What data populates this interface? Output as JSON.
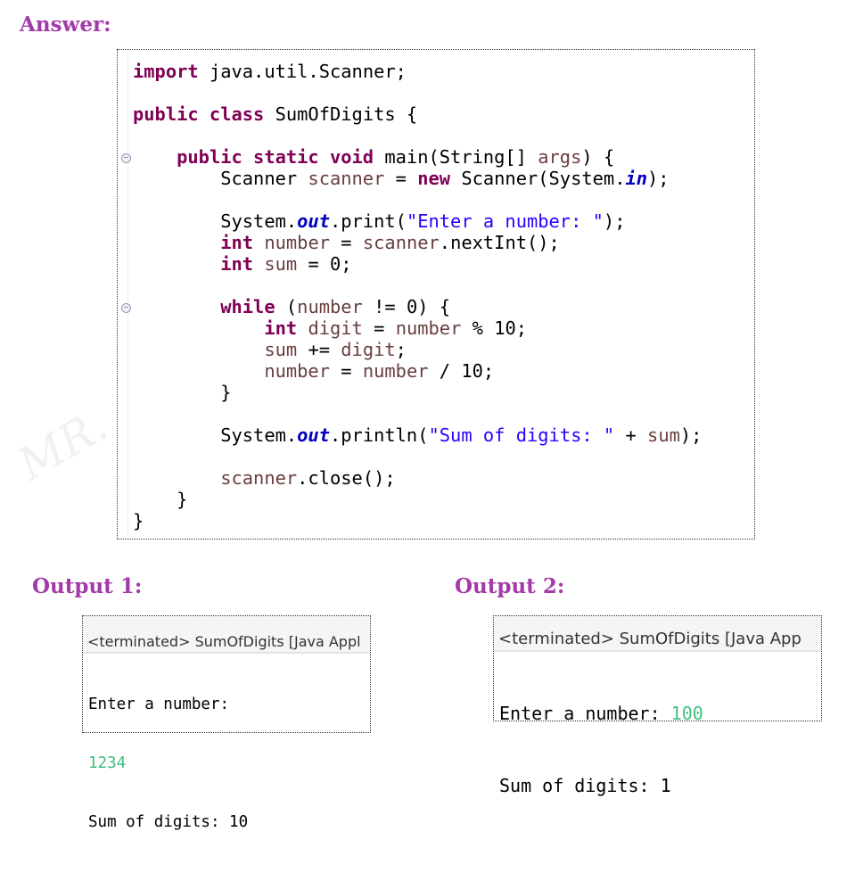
{
  "heading": "Answer:",
  "watermark": "MR.",
  "code": [
    [
      [
        "kw",
        "import"
      ],
      [
        "t",
        " java.util.Scanner;"
      ]
    ],
    [],
    [
      [
        "kw",
        "public class"
      ],
      [
        "t",
        " SumOfDigits {"
      ]
    ],
    [],
    [
      [
        "t",
        "    "
      ],
      [
        "kw",
        "public static void"
      ],
      [
        "t",
        " main(String[] "
      ],
      [
        "var",
        "args"
      ],
      [
        "t",
        ") {"
      ]
    ],
    [
      [
        "t",
        "        Scanner "
      ],
      [
        "var",
        "scanner"
      ],
      [
        "t",
        " = "
      ],
      [
        "kw",
        "new"
      ],
      [
        "t",
        " Scanner(System."
      ],
      [
        "fld",
        "in"
      ],
      [
        "t",
        ");"
      ]
    ],
    [],
    [
      [
        "t",
        "        System."
      ],
      [
        "fld",
        "out"
      ],
      [
        "t",
        ".print("
      ],
      [
        "str",
        "\"Enter a number: \""
      ],
      [
        "t",
        ");"
      ]
    ],
    [
      [
        "t",
        "        "
      ],
      [
        "kw",
        "int"
      ],
      [
        "t",
        " "
      ],
      [
        "var",
        "number"
      ],
      [
        "t",
        " = "
      ],
      [
        "var",
        "scanner"
      ],
      [
        "t",
        ".nextInt();"
      ]
    ],
    [
      [
        "t",
        "        "
      ],
      [
        "kw",
        "int"
      ],
      [
        "t",
        " "
      ],
      [
        "var",
        "sum"
      ],
      [
        "t",
        " = 0;"
      ]
    ],
    [],
    [
      [
        "t",
        "        "
      ],
      [
        "kw",
        "while"
      ],
      [
        "t",
        " ("
      ],
      [
        "var",
        "number"
      ],
      [
        "t",
        " != 0) {"
      ]
    ],
    [
      [
        "t",
        "            "
      ],
      [
        "kw",
        "int"
      ],
      [
        "t",
        " "
      ],
      [
        "var",
        "digit"
      ],
      [
        "t",
        " = "
      ],
      [
        "var",
        "number"
      ],
      [
        "t",
        " % 10;"
      ]
    ],
    [
      [
        "t",
        "            "
      ],
      [
        "var",
        "sum"
      ],
      [
        "t",
        " += "
      ],
      [
        "var",
        "digit"
      ],
      [
        "t",
        ";"
      ]
    ],
    [
      [
        "t",
        "            "
      ],
      [
        "var",
        "number"
      ],
      [
        "t",
        " = "
      ],
      [
        "var",
        "number"
      ],
      [
        "t",
        " / 10;"
      ]
    ],
    [
      [
        "t",
        "        }"
      ]
    ],
    [],
    [
      [
        "t",
        "        System."
      ],
      [
        "fld",
        "out"
      ],
      [
        "t",
        ".println("
      ],
      [
        "str",
        "\"Sum of digits: \""
      ],
      [
        "t",
        " + "
      ],
      [
        "var",
        "sum"
      ],
      [
        "t",
        ");"
      ]
    ],
    [],
    [
      [
        "t",
        "        "
      ],
      [
        "var",
        "scanner"
      ],
      [
        "t",
        ".close();"
      ]
    ],
    [
      [
        "t",
        "    }"
      ]
    ],
    [
      [
        "t",
        "}"
      ]
    ]
  ],
  "output1": {
    "title": "Output 1:",
    "header": "<terminated> SumOfDigits [Java Appl",
    "prompt": "Enter a number:",
    "input": "1234",
    "result": "Sum of digits: 10"
  },
  "output2": {
    "title": "Output 2:",
    "header": "<terminated> SumOfDigits [Java App",
    "prompt": "Enter a number: ",
    "input": "100",
    "result": "Sum of digits: 1"
  },
  "colors": {
    "heading": "#a33aa8",
    "keyword": "#7f0055",
    "variable": "#6a3e3e",
    "string": "#2a00ff",
    "input": "#3fbf7f"
  }
}
